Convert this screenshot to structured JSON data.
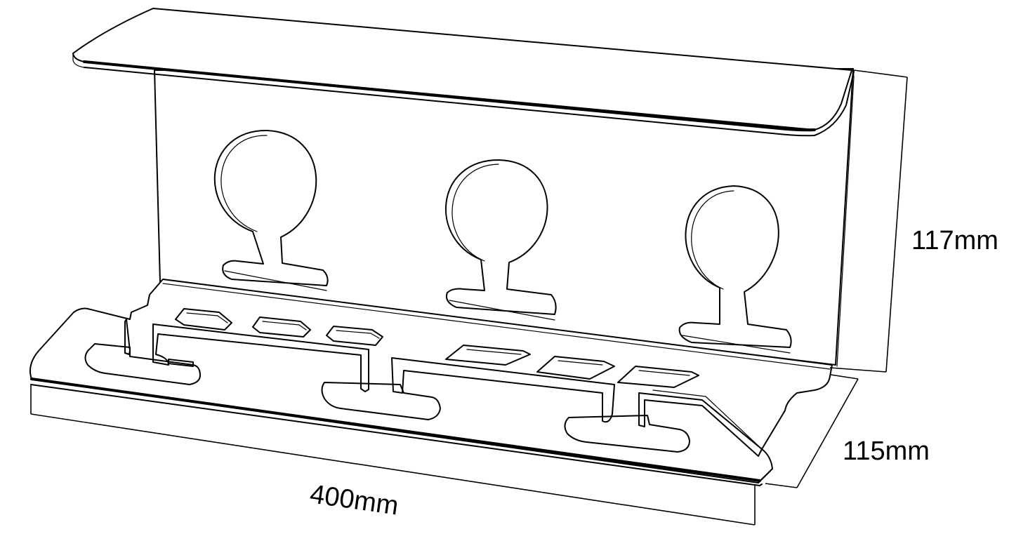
{
  "dimensions": {
    "height": "117mm",
    "depth": "115mm",
    "width": "400mm"
  }
}
